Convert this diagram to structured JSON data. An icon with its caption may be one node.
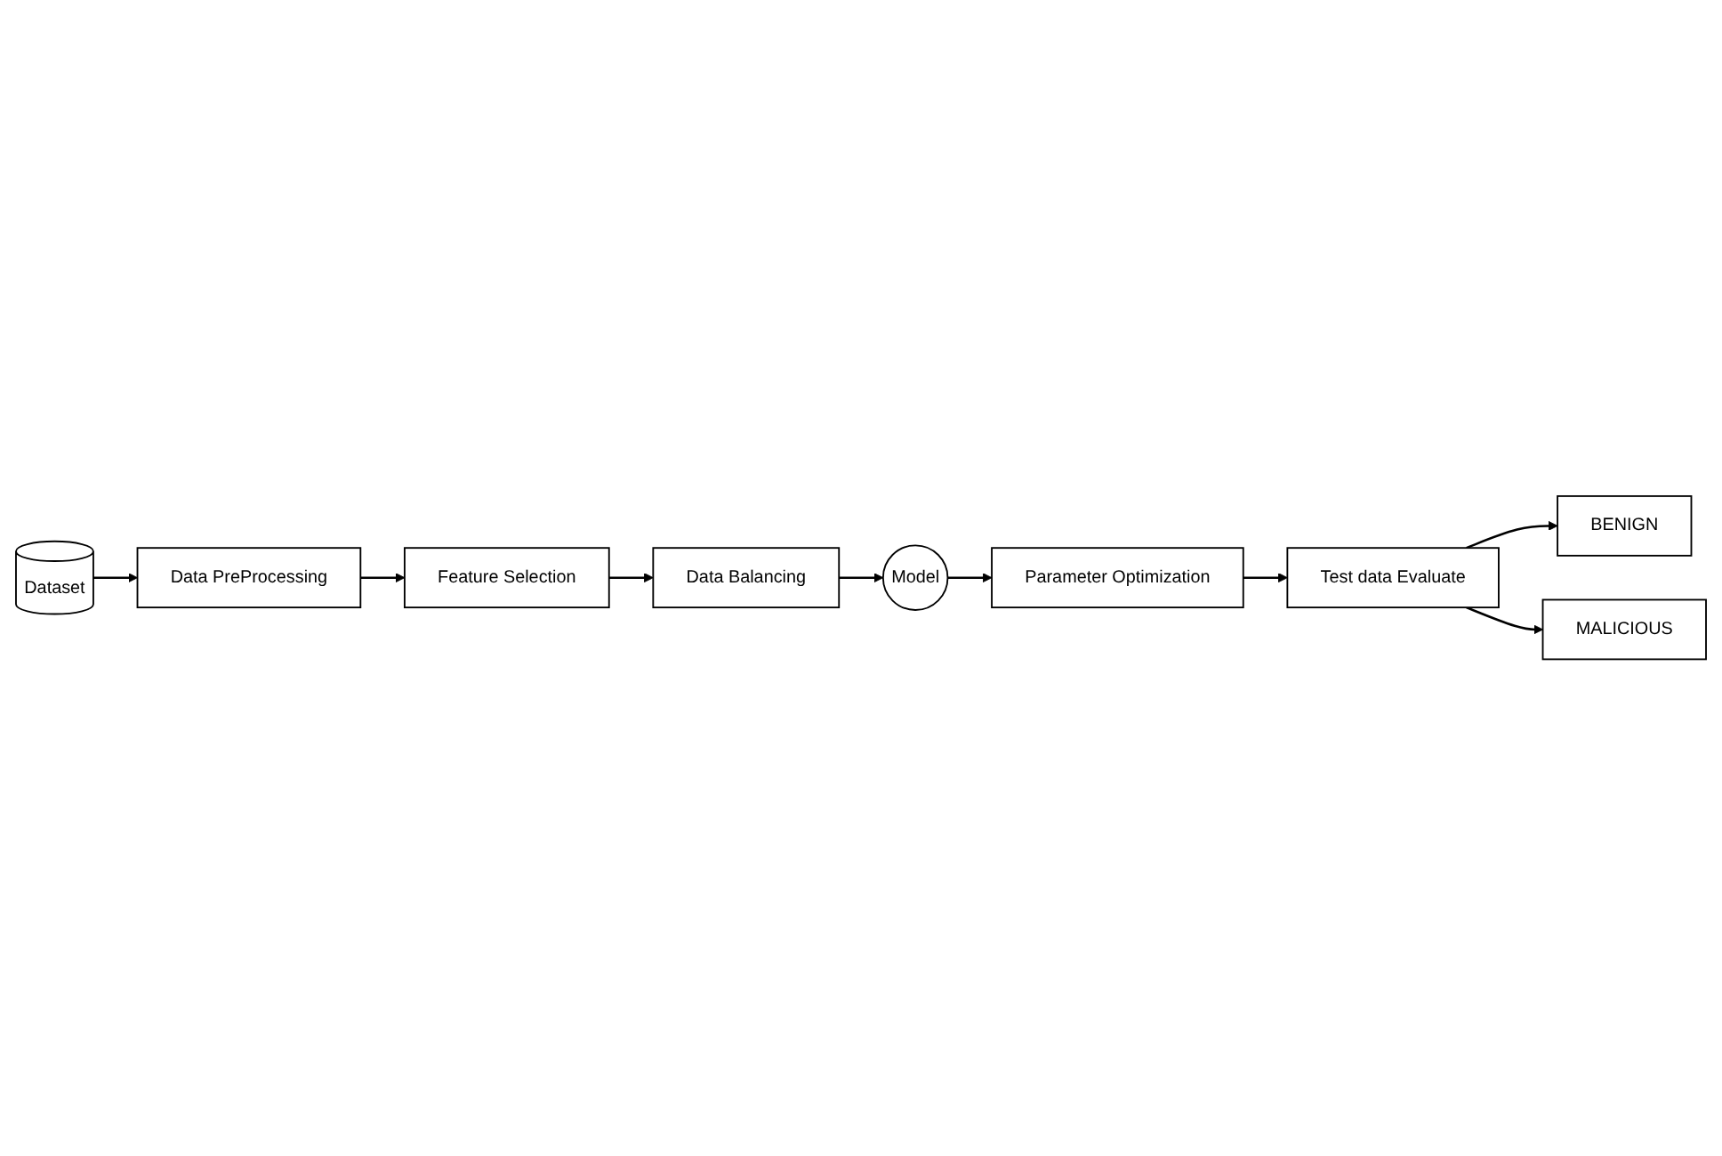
{
  "diagram": {
    "nodes": [
      {
        "text": [
          "Dataset"
        ]
      },
      {
        "text": [
          "Data PreProcessing"
        ]
      },
      {
        "text": [
          "Feature Selection"
        ]
      },
      {
        "text": [
          "Data Balancing"
        ]
      },
      {
        "text": [
          "Model"
        ]
      },
      {
        "text": [
          "Parameter Optimization"
        ]
      },
      {
        "text": [
          "Test data Evaluate"
        ]
      },
      {
        "text": [
          "BENIGN"
        ]
      },
      {
        "text": [
          "MALICIOUS"
        ]
      }
    ],
    "edges": [
      {
        "from": 0,
        "to": 1,
        "arrow": "to"
      },
      {
        "from": 1,
        "to": 2,
        "arrow": "to"
      },
      {
        "from": 2,
        "to": 3,
        "arrow": "to"
      },
      {
        "from": 3,
        "to": 4,
        "arrow": "to"
      },
      {
        "from": 4,
        "to": 5,
        "arrow": "to"
      },
      {
        "from": 5,
        "to": 6,
        "arrow": "to"
      },
      {
        "from": 6,
        "to": 7,
        "arrow": "to"
      },
      {
        "from": 6,
        "to": 8,
        "arrow": "to"
      }
    ]
  }
}
